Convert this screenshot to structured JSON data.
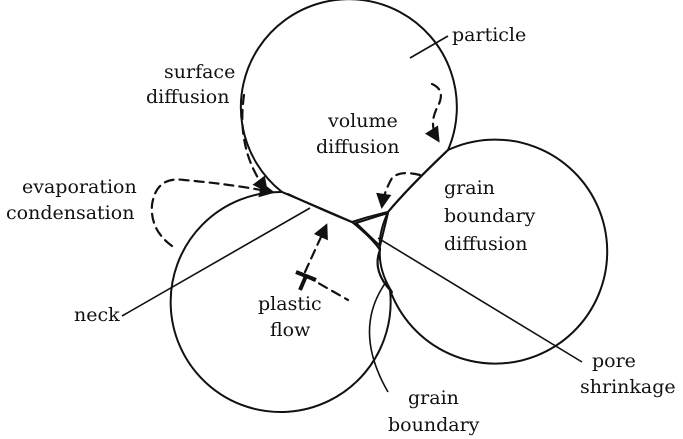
{
  "labels": {
    "particle": "particle",
    "surface_diffusion": [
      "surface",
      "diffusion"
    ],
    "volume_diffusion": [
      "volume",
      "diffusion"
    ],
    "evaporation_condensation": [
      "evaporation",
      "condensation"
    ],
    "grain_boundary_diffusion": [
      "grain",
      "boundary",
      "diffusion"
    ],
    "neck": "neck",
    "plastic_flow": [
      "plastic",
      "flow"
    ],
    "pore_shrinkage": [
      "pore",
      "shrinkage"
    ],
    "grain_boundary": [
      "grain",
      "boundary"
    ]
  },
  "colors": {
    "ink": "#111111",
    "background": "#ffffff"
  }
}
